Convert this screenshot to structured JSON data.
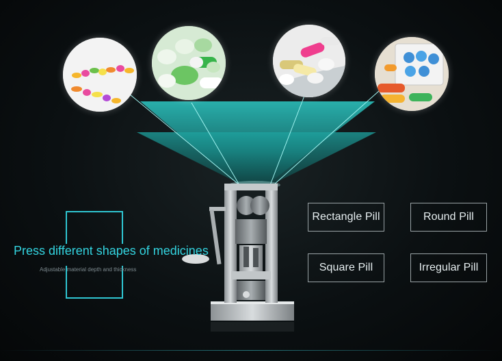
{
  "headline": "Press different shapes of medicines",
  "subline": "Adjustable material depth and thickness",
  "pill_types": {
    "rectangle": "Rectangle Pill",
    "round": "Round Pill",
    "square": "Square Pill",
    "irregular": "Irregular Pill"
  },
  "colors": {
    "accent": "#33d4e0",
    "beam": "#23b8b4",
    "background": "#0b1012",
    "label_border": "#9aa3a6"
  },
  "images": [
    "colorful-pills-photo",
    "green-white-capsules-photo",
    "mixed-pills-tray-photo",
    "pill-organizer-photo",
    "tablet-press-machine-photo"
  ]
}
